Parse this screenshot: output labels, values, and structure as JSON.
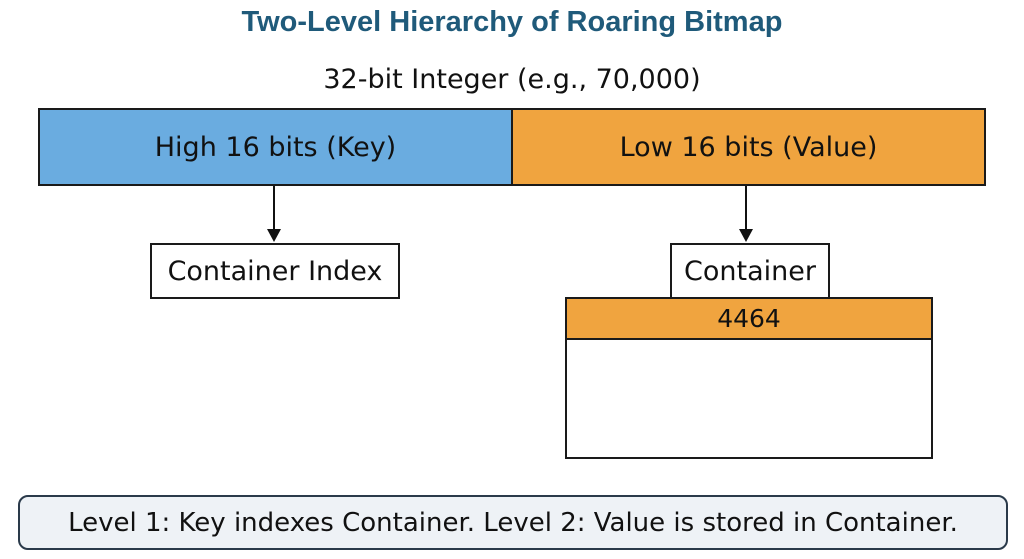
{
  "title": "Two-Level Hierarchy of Roaring Bitmap",
  "subtitle": "32-bit Integer (e.g., 70,000)",
  "bits": {
    "high_label": "High 16 bits (Key)",
    "low_label": "Low 16 bits (Value)"
  },
  "container_index": {
    "label": "Container Index"
  },
  "container": {
    "label": "Container",
    "value": "4464"
  },
  "footer": {
    "text": "Level 1: Key indexes Container. Level 2: Value is stored in Container."
  },
  "colors": {
    "title": "#1f5a7a",
    "high_bits": "#6aace0",
    "low_bits": "#f0a43f",
    "footer_bg": "#eef2f6",
    "border": "#1a1a1a"
  },
  "icons": {
    "arrow_high": "arrow-down-icon",
    "arrow_low": "arrow-down-icon"
  }
}
